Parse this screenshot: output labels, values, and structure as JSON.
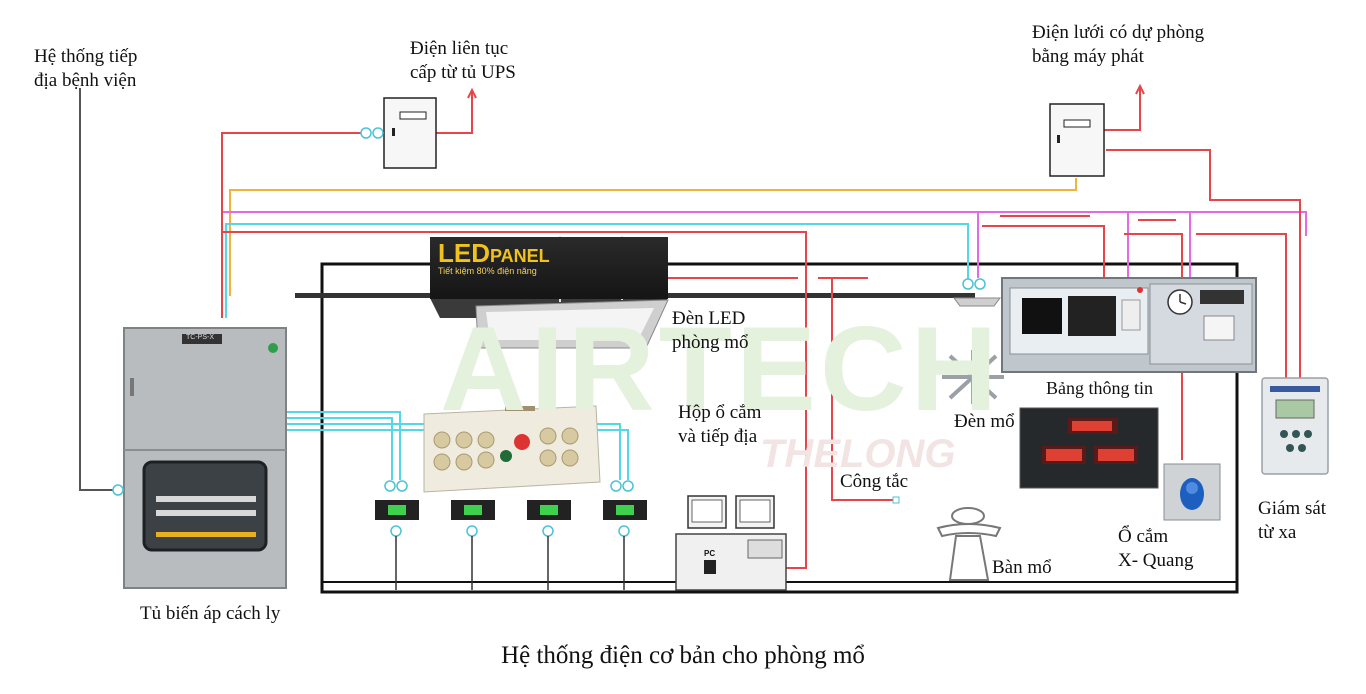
{
  "labels": {
    "grounding": [
      "Hệ thống tiếp",
      "địa bệnh viện"
    ],
    "ups": [
      "Điện liên tục",
      "cấp từ tủ UPS"
    ],
    "grid": [
      "Điện lưới có dự phòng",
      "bằng máy phát"
    ],
    "led_light": [
      "Đèn LED",
      "phòng mổ"
    ],
    "socket_box": [
      "Hộp ổ cắm",
      "và tiếp địa"
    ],
    "switch": "Công tắc",
    "info_board": "Bảng thông tin",
    "surgical_lamp": "Đèn mổ",
    "operating_table": "Bàn mổ",
    "xray_socket": [
      "Ổ cắm",
      "X- Quang"
    ],
    "remote_monitor": [
      "Giám sát",
      "từ xa"
    ],
    "transformer": "Tủ biến áp cách ly"
  },
  "led_panel": {
    "brand": "LED",
    "brand_suffix": "PANEL",
    "tagline": "Tiết kiệm 80% điện năng"
  },
  "watermark": {
    "main": "AIRTECH",
    "sub": "THELONG"
  },
  "device_tags": {
    "transformer_plate": "TC-PS-X",
    "pc": "PC"
  },
  "caption": "Hệ thống điện cơ bản cho phòng mổ",
  "colors": {
    "red_wire": "#e8454a",
    "orange_wire": "#f3b23a",
    "magenta_wire": "#e36ae2",
    "cyan_wire": "#55d8e6",
    "frame": "#111111"
  }
}
